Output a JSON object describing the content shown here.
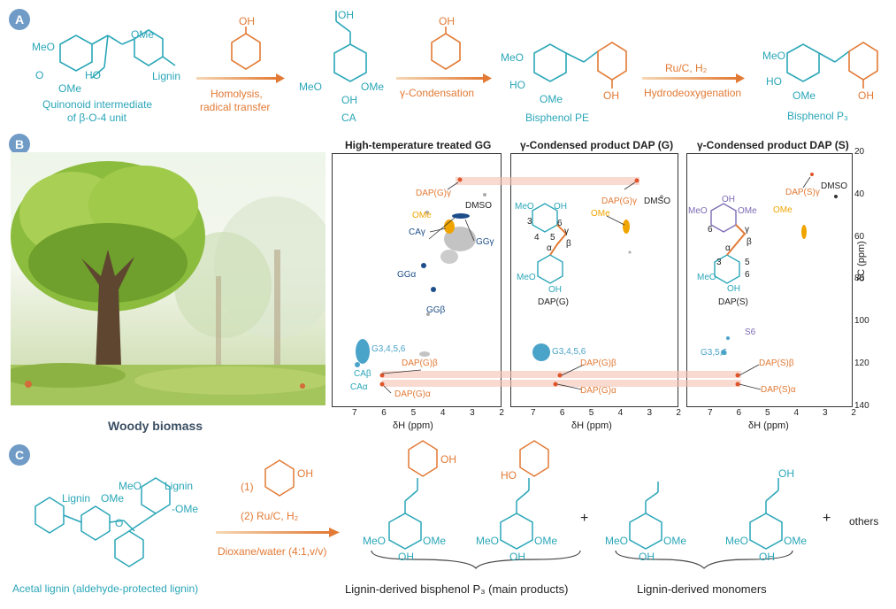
{
  "panels": {
    "a": "A",
    "b": "B",
    "c": "C"
  },
  "colors": {
    "cyan": "#2aa6b8",
    "orange": "#e27a35",
    "navy": "#1d4e89",
    "purple": "#7d6bb5",
    "badge": "#6f9bc6"
  },
  "panelA": {
    "quinonoid_caption_line1": "Quinonoid intermediate",
    "quinonoid_caption_line2": "of β-O-4 unit",
    "q_meo": "MeO",
    "q_o": "O",
    "q_ome_bottom": "OMe",
    "q_ho": "HO",
    "q_ome_top": "OMe",
    "q_lignin": "Lignin",
    "arrow1_line1": "Homolysis,",
    "arrow1_line2": "radical transfer",
    "ca_oh": "OH",
    "ca_meo": "MeO",
    "ca_ome": "OMe",
    "ca_ring_oh": "OH",
    "ca_caption": "CA",
    "arrow2_label": "γ-Condensation",
    "phenol_oh": "OH",
    "pe_meo": "MeO",
    "pe_ho": "HO",
    "pe_ome": "OMe",
    "pe_oh": "OH",
    "pe_caption": "Bisphenol  PE",
    "arrow3_line1": "Ru/C, H₂",
    "arrow3_line2": "Hydrodeoxygenation",
    "p3_meo": "MeO",
    "p3_ho": "HO",
    "p3_ome": "OMe",
    "p3_oh": "OH",
    "p3_caption": "Bisphenol  P₃"
  },
  "panelB": {
    "biomass_caption": "Woody biomass",
    "titles": [
      "High-temperature treated GG",
      "γ-Condensed product DAP (G)",
      "γ-Condensed product DAP (S)"
    ],
    "x_ticks": [
      "7",
      "6",
      "5",
      "4",
      "3",
      "2"
    ],
    "x_label": "δH (ppm)",
    "y_ticks": [
      "20",
      "40",
      "60",
      "80",
      "100",
      "120",
      "140"
    ],
    "y_label": "δC (ppm)",
    "p1_labels": {
      "dap_g_gamma": "DAP(G)γ",
      "dmso": "DMSO",
      "ome": "OMe",
      "ca_gamma": "CAγ",
      "gg_gamma": "GGγ",
      "gg_alpha": "GGα",
      "gg_beta": "GGβ",
      "g_arom": "G3,4,5,6",
      "dap_g_beta": "DAP(G)β",
      "ca_beta": "CAβ",
      "ca_alpha": "CAα",
      "dap_g_alpha": "DAP(G)α"
    },
    "p2_labels": {
      "dap_g_gamma": "DAP(G)γ",
      "dmso": "DMSO",
      "ome": "OMe",
      "struct_meo": "MeO",
      "struct_oh_top": "OH",
      "num_6": "6",
      "num_3": "3",
      "num_4": "4",
      "num_5": "5",
      "gamma": "γ",
      "beta": "β",
      "alpha": "α",
      "struct_meo2": "MeO",
      "struct_oh2": "OH",
      "struct_name": "DAP(G)",
      "g_arom": "G3,4,5,6",
      "dap_g_beta": "DAP(G)β",
      "dap_g_alpha": "DAP(G)α"
    },
    "p3_labels": {
      "dap_s_gamma": "DAP(S)γ",
      "dmso": "DMSO",
      "ome": "OMe",
      "struct_oh_top": "OH",
      "struct_meo": "MeO",
      "struct_ome": "OMe",
      "num_6": "6",
      "gamma": "γ",
      "beta": "β",
      "alpha": "α",
      "num_3": "3",
      "num_5": "5",
      "num_6b": "6",
      "struct_meo2": "MeO",
      "struct_oh2": "OH",
      "struct_name": "DAP(S)",
      "s6": "S6",
      "g_arom": "G3,5,6",
      "dap_s_beta": "DAP(S)β",
      "dap_s_alpha": "DAP(S)α"
    }
  },
  "panelC": {
    "acetal_lignin_top": "Lignin",
    "acetal_ome": "OMe",
    "acetal_meo": "MeO",
    "acetal_lignin_right": "Lignin",
    "acetal_ome2": "-OMe",
    "acetal_o": "O",
    "acetal_caption": "Acetal lignin (aldehyde-protected lignin)",
    "step1": "(1)",
    "step1_oh": "OH",
    "step2": "(2)  Ru/C,  H₂",
    "solvent": "Dioxane/water (4:1,v/v)",
    "prod1_oh": "OH",
    "prod1_meo": "MeO",
    "prod1_ome": "OMe",
    "prod1_ringoh": "OH",
    "prod2_ho": "HO",
    "prod2_meo": "MeO",
    "prod2_ome": "OMe",
    "prod2_ringoh": "OH",
    "plus1": "+",
    "mono1_meo": "MeO",
    "mono1_ome": "OMe",
    "mono1_oh": "OH",
    "mono2_oh_top": "OH",
    "mono2_meo": "MeO",
    "mono2_ome": "OMe",
    "mono2_oh": "OH",
    "plus2": "+",
    "others": "others",
    "bisphenol_caption": "Lignin-derived bisphenol P₃ (main products)",
    "monomer_caption": "Lignin-derived monomers"
  }
}
